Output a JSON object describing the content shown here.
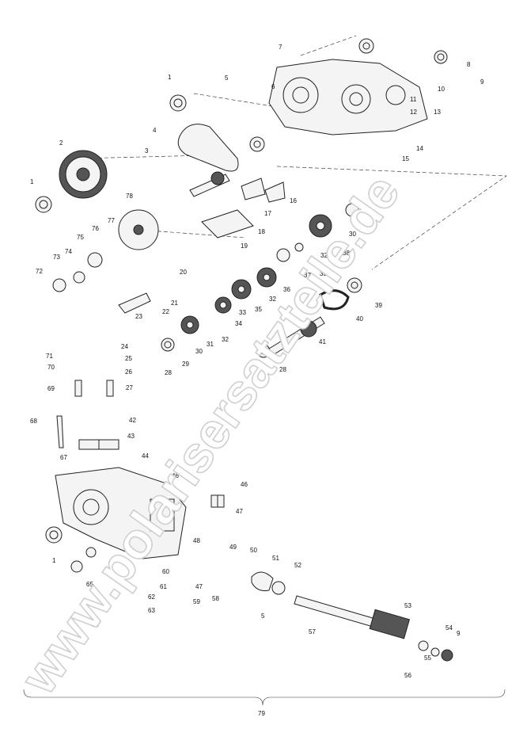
{
  "diagram": {
    "labels": [
      "1",
      "2",
      "3",
      "4",
      "5",
      "6",
      "7",
      "8",
      "9",
      "10",
      "11",
      "12",
      "13",
      "14",
      "15",
      "16",
      "17",
      "18",
      "19",
      "20",
      "21",
      "22",
      "23",
      "24",
      "25",
      "26",
      "27",
      "28",
      "29",
      "30",
      "31",
      "32",
      "33",
      "34",
      "35",
      "36",
      "37",
      "38",
      "39",
      "40",
      "41",
      "42",
      "43",
      "44",
      "46",
      "47",
      "48",
      "49",
      "50",
      "51",
      "52",
      "53",
      "54",
      "55",
      "56",
      "57",
      "58",
      "59",
      "60",
      "61",
      "62",
      "63",
      "65",
      "66",
      "67",
      "68",
      "69",
      "70",
      "71",
      "72",
      "73",
      "74",
      "75",
      "76",
      "77",
      "78",
      "79"
    ]
  },
  "watermark": {
    "text": "www.polarisersatzteile.de"
  },
  "footer_label": "79"
}
